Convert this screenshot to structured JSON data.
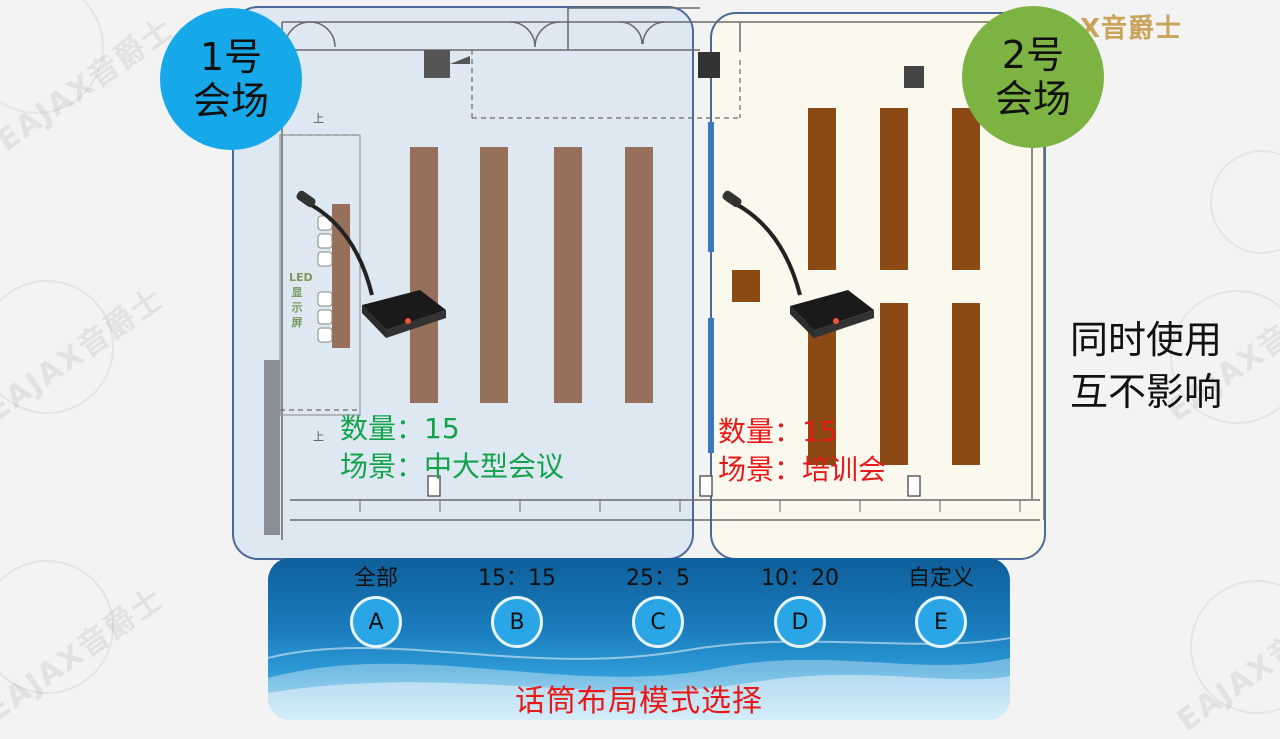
{
  "brand": {
    "logo_text": "X音爵士",
    "watermark_text": "EAJAX音爵士"
  },
  "rooms": [
    {
      "name_line1": "1号",
      "name_line2": "会场",
      "count": "数量：15",
      "scene": "场景：中大型会议",
      "badge_color": "#17a8ea",
      "stat_color": "#12a24a"
    },
    {
      "name_line1": "2号",
      "name_line2": "会场",
      "count": "数量：15",
      "scene": "场景：培训会",
      "badge_color": "#7cb342",
      "stat_color": "#e81919"
    }
  ],
  "floorplan": {
    "led_label": "LED",
    "led_label2": "显",
    "led_label3": "示",
    "led_label4": "屏",
    "up_label": "上"
  },
  "side_note": {
    "line1": "同时使用",
    "line2": "互不影响"
  },
  "modes": [
    {
      "label": "全部",
      "key": "A"
    },
    {
      "label": "15：15",
      "key": "B"
    },
    {
      "label": "25：5",
      "key": "C"
    },
    {
      "label": "10：20",
      "key": "D"
    },
    {
      "label": "自定义",
      "key": "E"
    }
  ],
  "panel_title": "话筒布局模式选择",
  "colors": {
    "table": "#96705a",
    "table2": "#8b4a14",
    "accent": "#e81919"
  }
}
